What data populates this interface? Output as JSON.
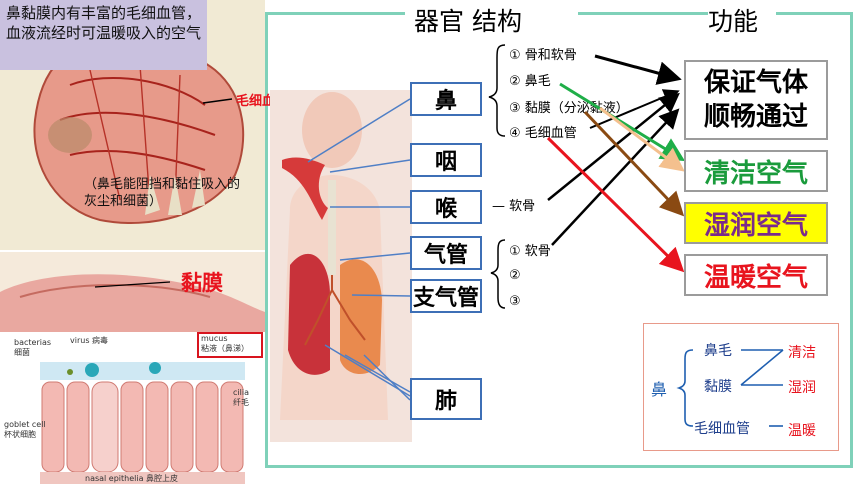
{
  "callout_text": "鼻黏膜内有丰富的毛细血管，血液流经时可温暖吸入的空气",
  "illustration": {
    "capillary_label": "毛细血管",
    "hair_note": "（鼻毛能阻挡和黏住吸入的灰尘和细菌）",
    "mucosa_label": "黏膜",
    "micro": {
      "bacteria": "bacterias",
      "bacteria_cn": "细菌",
      "virus": "virus 病毒",
      "mucus": "mucus",
      "mucus_cn": "粘液（鼻涕）",
      "cilia": "cilia",
      "cilia_cn": "纤毛",
      "goblet": "goblet cell",
      "goblet_cn": "杯状细胞",
      "epithelia": "nasal epithelia 鼻腔上皮"
    }
  },
  "headers": {
    "organ_structure": "器官  结构",
    "function": "功能"
  },
  "organs": [
    "鼻",
    "咽",
    "喉",
    "气管",
    "支气管",
    "肺"
  ],
  "nose_structures": [
    "① 骨和软骨",
    "② 鼻毛",
    "③ 黏膜（分泌黏液）",
    "④ 毛细血管"
  ],
  "larynx_structure": "— 软骨",
  "trachea_structures": [
    "① 软骨",
    "②",
    "③"
  ],
  "functions": [
    {
      "label": "保证气体顺畅通过",
      "line1": "保证气体",
      "line2": "顺畅通过",
      "color": "#000000",
      "bg": "#ffffff"
    },
    {
      "label": "清洁空气",
      "color": "#1a9b3c",
      "bg": "#ffffff"
    },
    {
      "label": "湿润空气",
      "color": "#7a2a8c",
      "bg": "#ffff00"
    },
    {
      "label": "温暖空气",
      "color": "#e8141e",
      "bg": "#ffffff"
    }
  ],
  "arrow_colors": {
    "black": "#000000",
    "green": "#1fae48",
    "tan": "#f4c08e",
    "brown": "#8a4a12",
    "red": "#e8141e"
  },
  "summary": {
    "nose": "鼻",
    "items": [
      "鼻毛",
      "黏膜",
      "毛细血管"
    ],
    "results": [
      "清洁",
      "湿润",
      "温暖"
    ],
    "border_color": "#e89a8a"
  }
}
